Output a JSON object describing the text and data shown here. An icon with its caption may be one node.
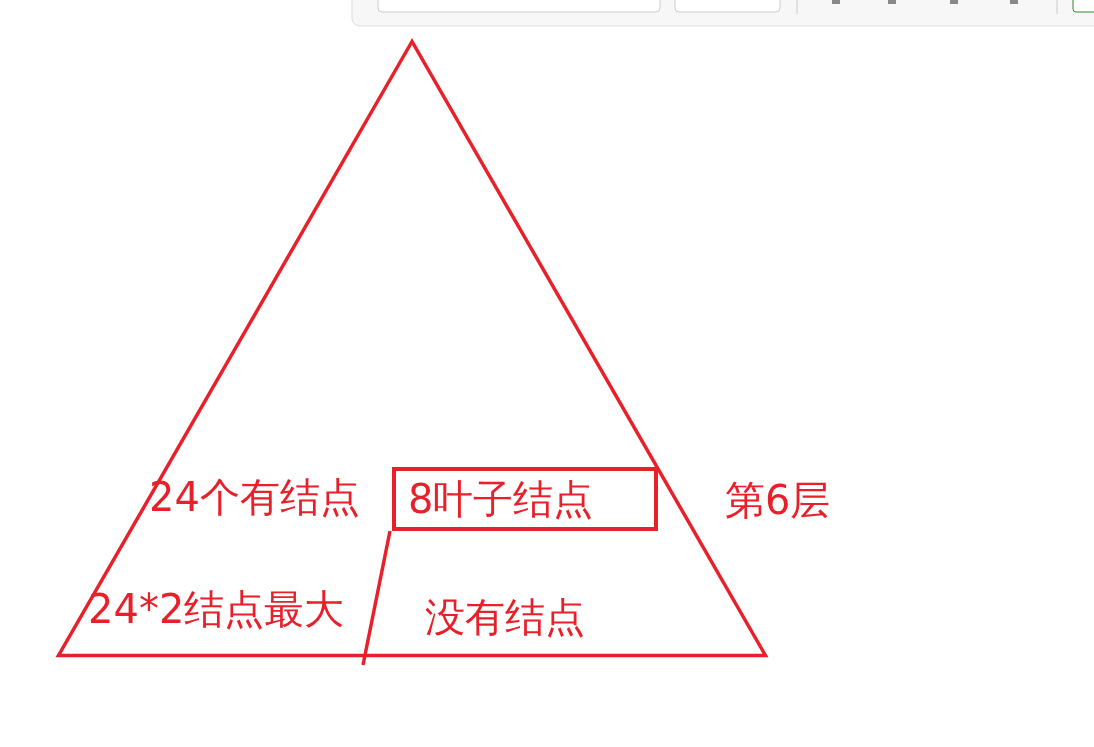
{
  "diagram": {
    "nodes": [
      {
        "text": [
          "24个有结点",
          "24*2结点最大",
          "没有结点"
        ]
      },
      {
        "text": [
          "8叶子结点"
        ],
        "in": 0
      }
    ],
    "labels": [
      "第6层"
    ]
  }
}
